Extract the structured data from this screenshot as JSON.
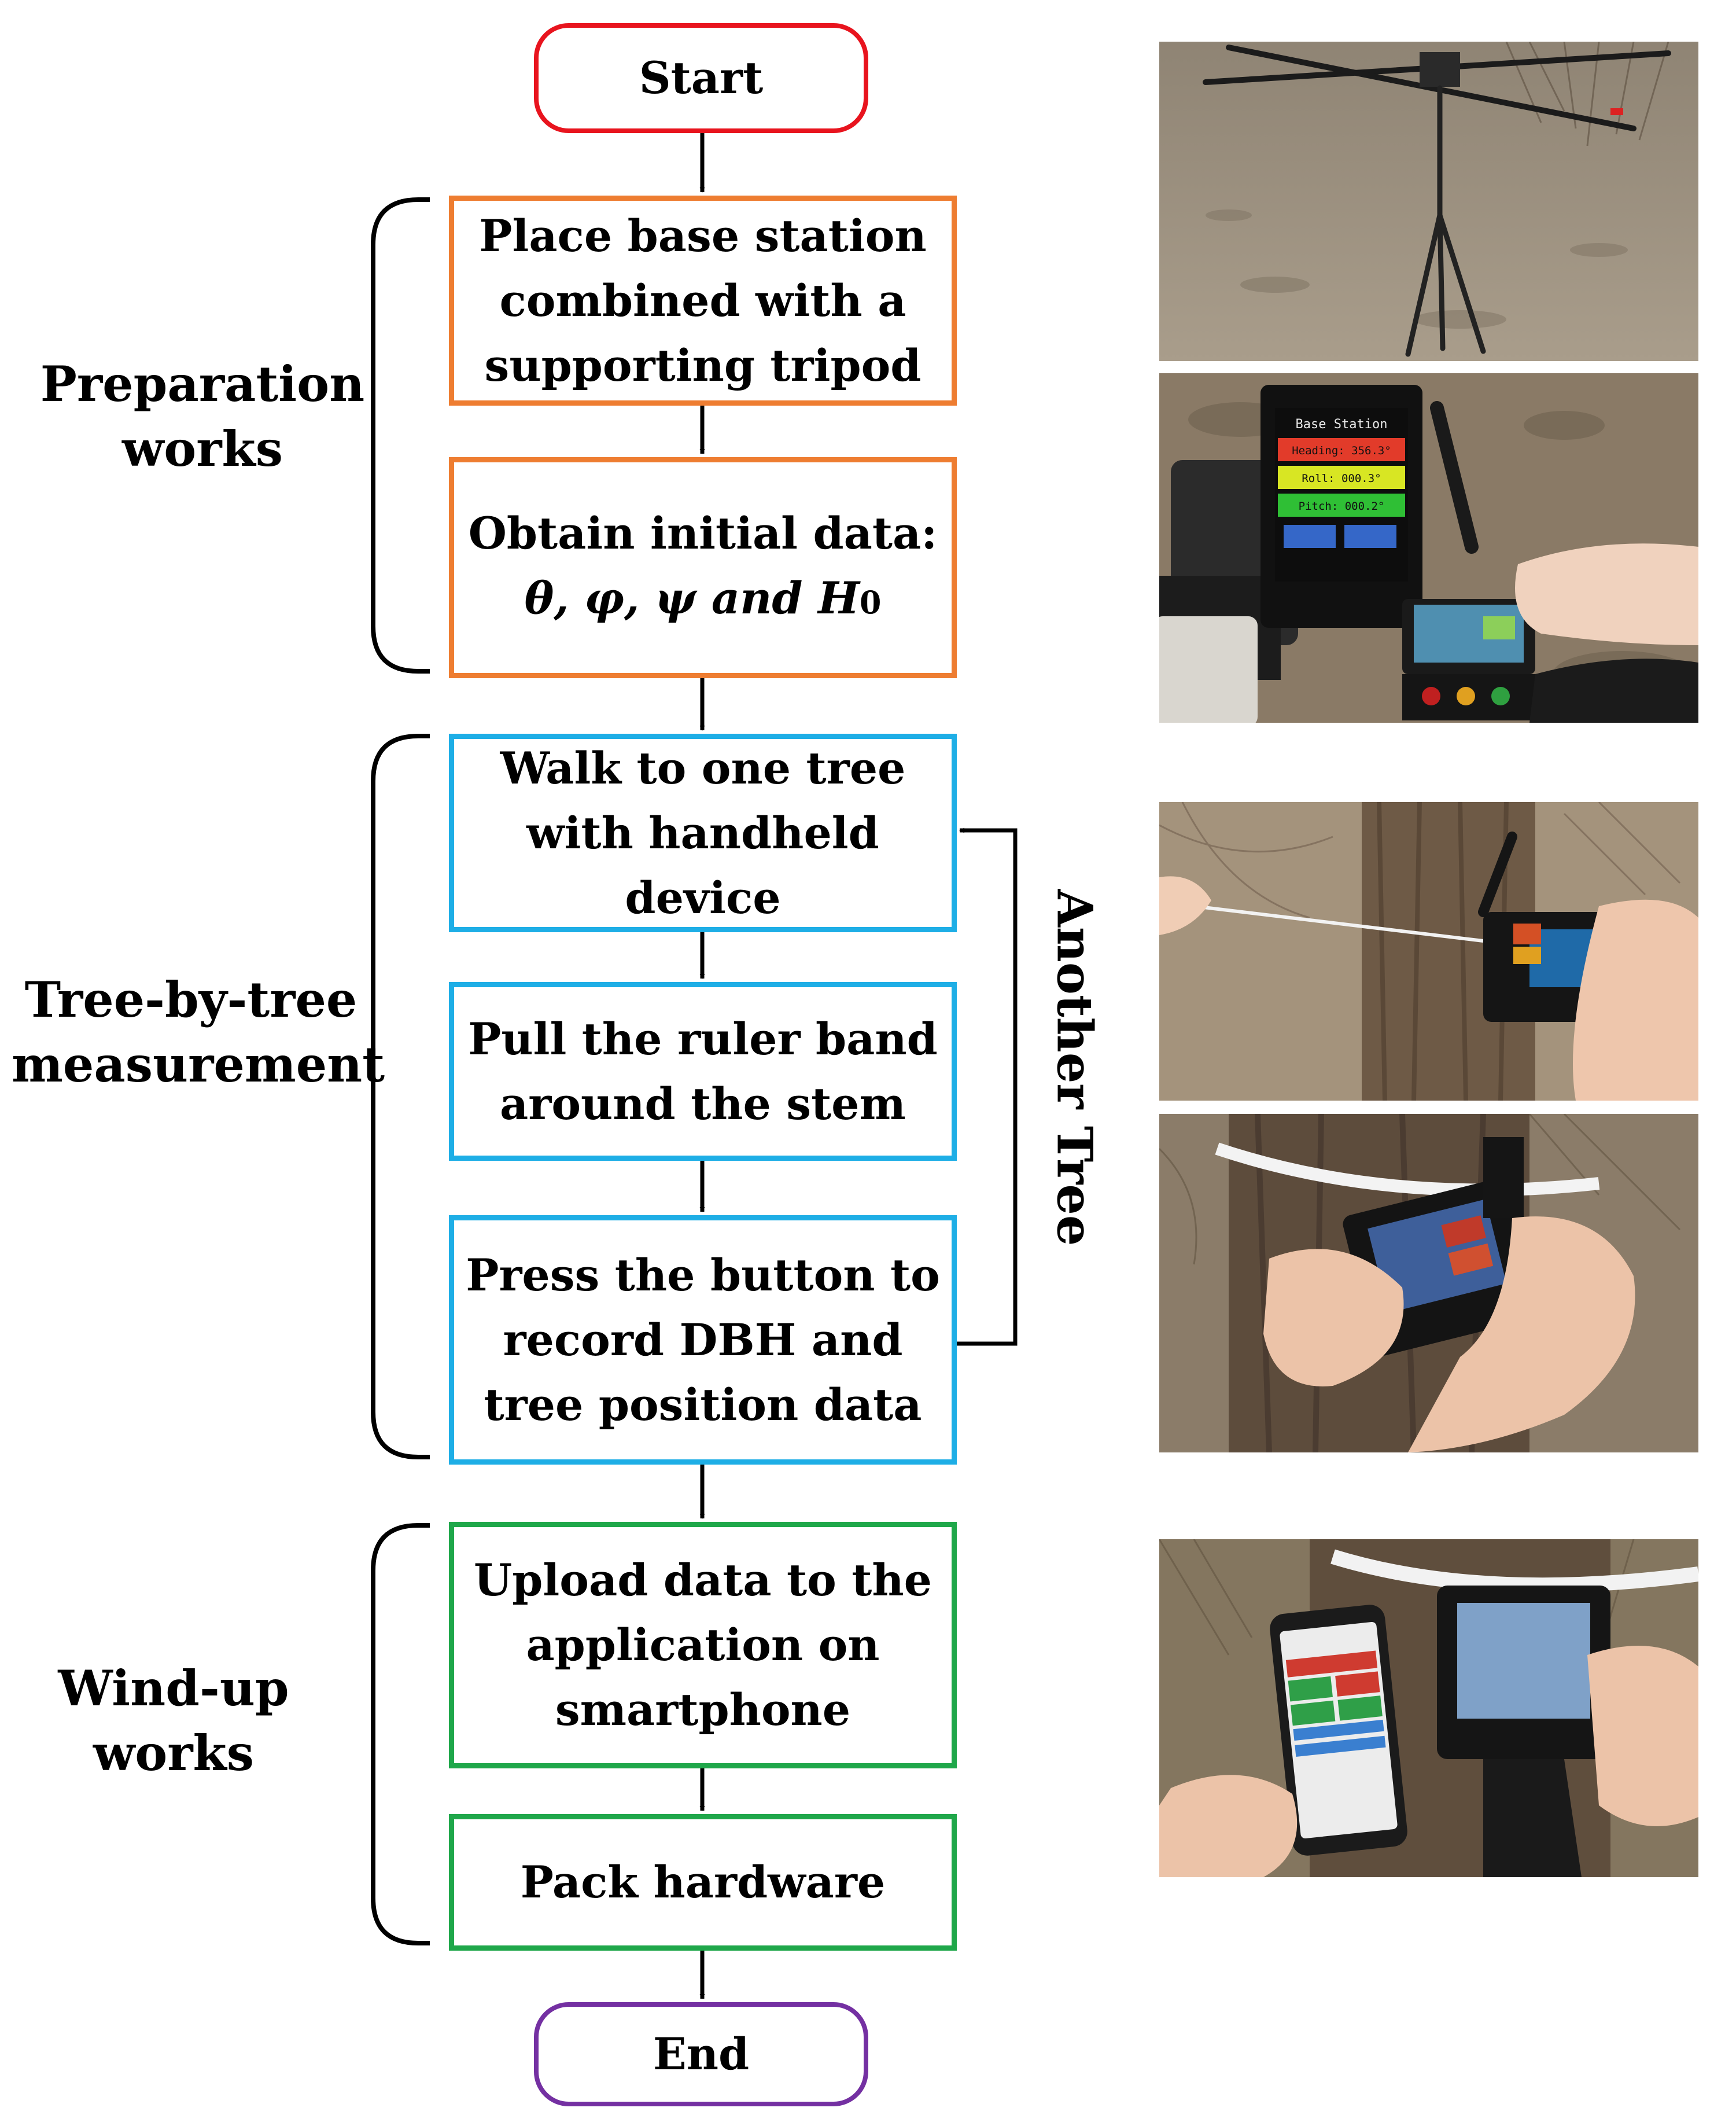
{
  "colors": {
    "start_border": "#e8141e",
    "preparation_border": "#ee7d31",
    "measurement_border": "#1eaee6",
    "windup_border": "#1fa74a",
    "end_border": "#7430a2",
    "connector": "#000000"
  },
  "flowchart": {
    "start": {
      "label": "Start"
    },
    "end": {
      "label": "End"
    },
    "steps": [
      {
        "id": "place-base-station",
        "group": "preparation",
        "lines": [
          "Place base station",
          "combined with a",
          "supporting tripod"
        ]
      },
      {
        "id": "obtain-initial-data",
        "group": "preparation",
        "lines": [
          "Obtain initial data:"
        ],
        "formula": {
          "greek": "θ, φ, ψ",
          "connector": " and ",
          "symbol": "H",
          "subscript": "0"
        }
      },
      {
        "id": "walk-to-tree",
        "group": "measurement",
        "lines": [
          "Walk to one tree",
          "with handheld",
          "device"
        ]
      },
      {
        "id": "pull-ruler-band",
        "group": "measurement",
        "lines": [
          "Pull the ruler band",
          "around the stem"
        ]
      },
      {
        "id": "press-button",
        "group": "measurement",
        "lines": [
          "Press the button to",
          "record DBH and",
          "tree position data"
        ]
      },
      {
        "id": "upload-data",
        "group": "windup",
        "lines": [
          "Upload data to the",
          "application on",
          "smartphone"
        ]
      },
      {
        "id": "pack-hardware",
        "group": "windup",
        "lines": [
          "Pack hardware"
        ]
      }
    ],
    "loop_label": "Another Tree"
  },
  "groups": [
    {
      "id": "preparation",
      "lines": [
        "Preparation",
        "works"
      ]
    },
    {
      "id": "measurement",
      "lines": [
        "Tree-by-tree",
        "measurement"
      ]
    },
    {
      "id": "windup",
      "lines": [
        "Wind-up",
        "works"
      ]
    }
  ],
  "photos": [
    {
      "id": "tripod-base-station",
      "depicts": "base station mounted on a supporting tripod in bare field"
    },
    {
      "id": "base-station-screen",
      "depicts": "base station screen reading heading, roll and pitch, handheld device held nearby",
      "screen_title": "Base Station",
      "readings": [
        "Heading: 356.3°",
        "Roll: 000.3°",
        "Pitch: 000.2°"
      ]
    },
    {
      "id": "pulling-ruler-band",
      "depicts": "pulling the ruler band around a tree stem"
    },
    {
      "id": "pressing-button",
      "depicts": "pressing the button on the handheld device against the stem"
    },
    {
      "id": "smartphone-upload",
      "depicts": "smartphone application showing uploaded data next to the handheld device"
    }
  ]
}
